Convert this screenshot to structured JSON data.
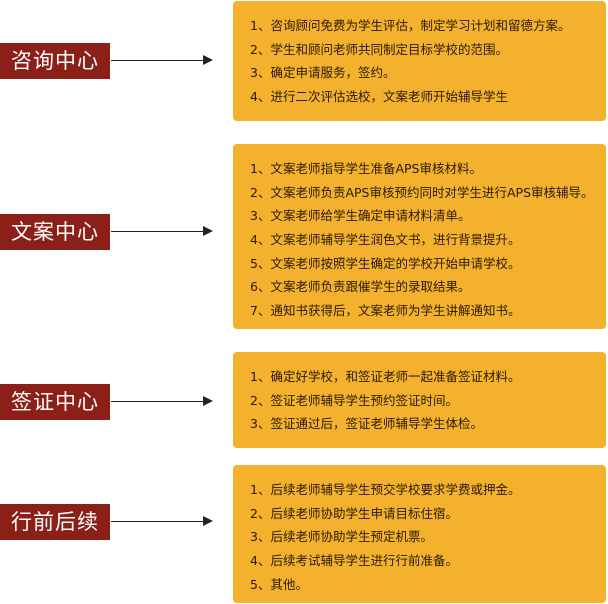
{
  "sections": [
    {
      "label": "咨询中心",
      "items": [
        "1、咨询顾问免费为学生评估，制定学习计划和留德方案。",
        "2、学生和顾问老师共同制定目标学校的范围。",
        "3、确定申请服务，签约。",
        "4、进行二次评估选校，文案老师开始辅导学生"
      ]
    },
    {
      "label": "文案中心",
      "items": [
        "1、文案老师指导学生准备APS审核材料。",
        "2、文案老师负责APS审核预约同时对学生进行APS审核辅导。",
        "3、文案老师给学生确定申请材料清单。",
        "4、文案老师辅导学生润色文书，进行背景提升。",
        "5、文案老师按照学生确定的学校开始申请学校。",
        "6、文案老师负责跟催学生的录取结果。",
        "7、通知书获得后，文案老师为学生讲解通知书。"
      ]
    },
    {
      "label": "签证中心",
      "items": [
        "1、确定好学校，和签证老师一起准备签证材料。",
        "2、签证老师辅导学生预约签证时间。",
        "3、签证通过后，签证老师辅导学生体检。"
      ]
    },
    {
      "label": "行前后续",
      "items": [
        "1、后续老师辅导学生预交学校要求学费或押金。",
        "2、后续老师协助学生申请目标住宿。",
        "3、后续老师协助学生预定机票。",
        "4、后续考试辅导学生进行行前准备。",
        "5、其他。"
      ]
    }
  ],
  "colors": {
    "label_background": "#8b2018",
    "box_background": "#f4b12e",
    "arrow": "#222222"
  }
}
